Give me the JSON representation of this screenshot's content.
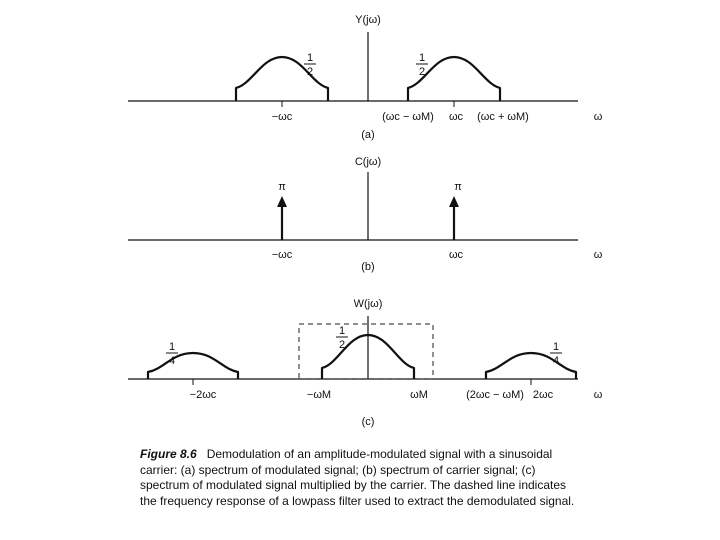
{
  "panel_a": {
    "title": "Y(jω)",
    "amp_left": {
      "num": "1",
      "den": "2"
    },
    "amp_right": {
      "num": "1",
      "den": "2"
    },
    "tick_neg_wc": "−ωc",
    "tick_wc_minus_wm": "(ωc − ωM)",
    "tick_wc": "ωc",
    "tick_wc_plus_wm": "(ωc + ωM)",
    "axis_label": "ω",
    "sublabel": "(a)"
  },
  "panel_b": {
    "title": "C(jω)",
    "impulse_left_label": "π",
    "impulse_right_label": "π",
    "tick_neg_wc": "−ωc",
    "tick_wc": "ωc",
    "axis_label": "ω",
    "sublabel": "(b)"
  },
  "panel_c": {
    "title": "W(jω)",
    "amp_left": {
      "num": "1",
      "den": "4"
    },
    "amp_center": {
      "num": "1",
      "den": "2"
    },
    "amp_right": {
      "num": "1",
      "den": "4"
    },
    "tick_neg_2wc": "−2ωc",
    "tick_neg_wm": "−ωM",
    "tick_wm": "ωM",
    "tick_2wc_minus_wm": "(2ωc − ωM)",
    "tick_2wc": "2ωc",
    "axis_label": "ω",
    "sublabel": "(c)"
  },
  "caption": {
    "label": "Figure 8.6",
    "text": "Demodulation of an amplitude-modulated signal with a sinusoidal carrier: (a) spectrum of modulated signal; (b) spectrum of carrier signal; (c) spectrum of modulated signal multiplied by the carrier. The dashed line indicates the frequency response of a lowpass filter used to extract the demodulated signal."
  }
}
